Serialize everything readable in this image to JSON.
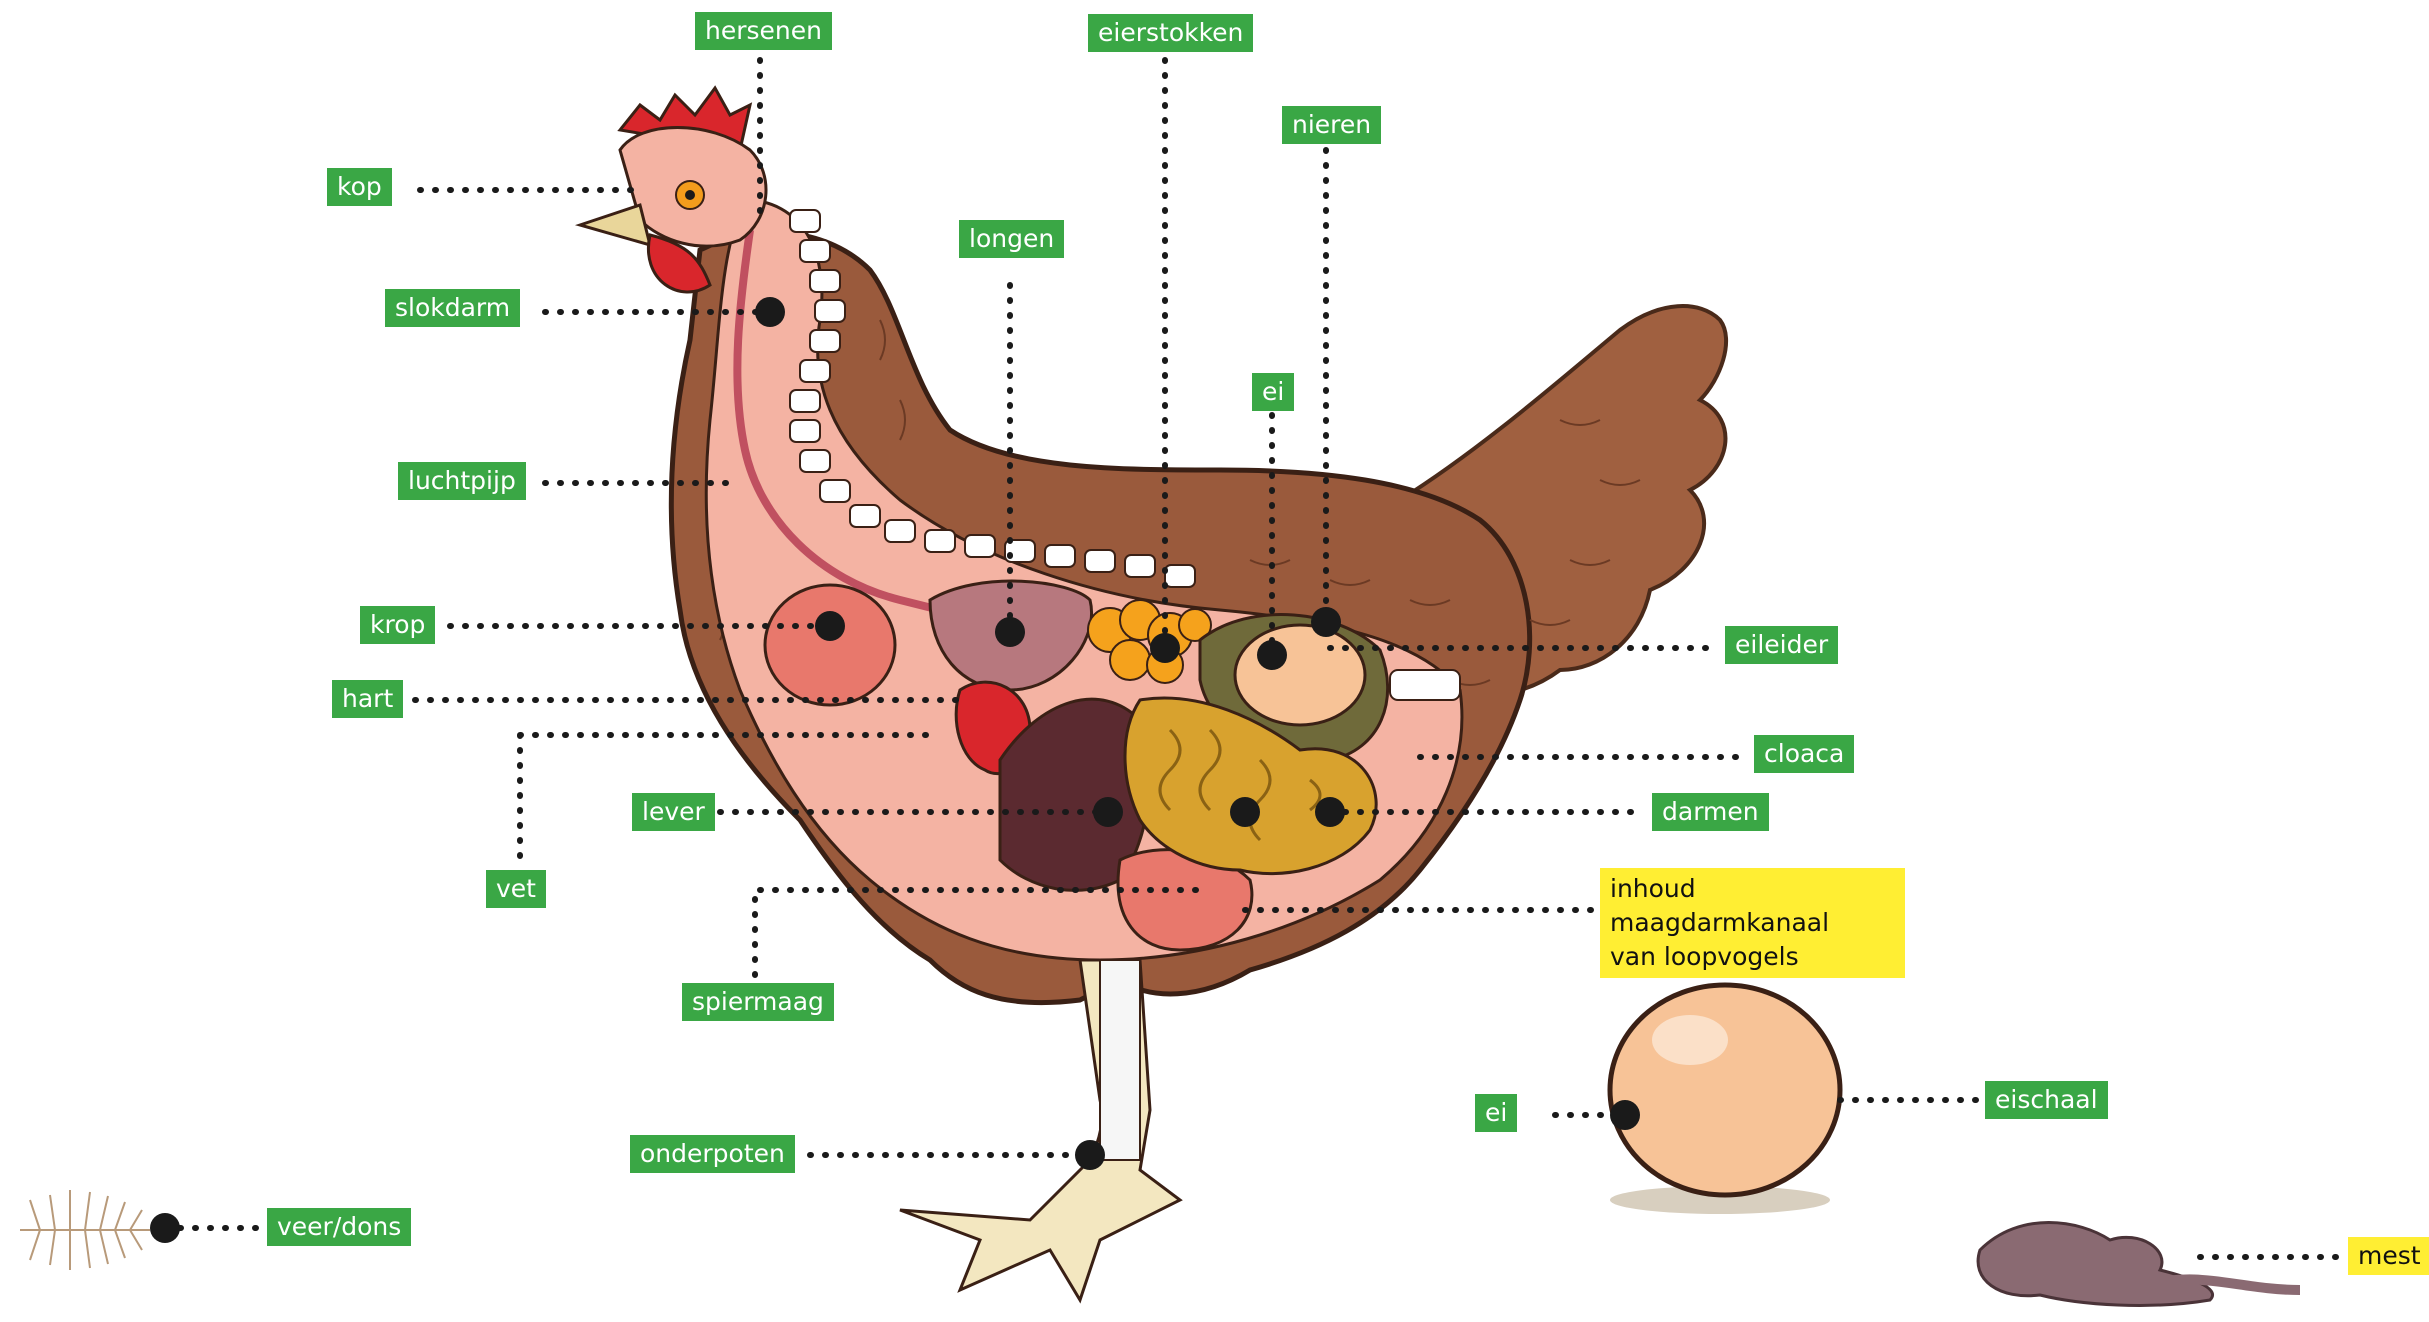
{
  "labels": {
    "hersenen": "hersenen",
    "eierstokken": "eierstokken",
    "nieren": "nieren",
    "kop": "kop",
    "longen": "longen",
    "slokdarm": "slokdarm",
    "ei_inside": "ei",
    "luchtpijp": "luchtpijp",
    "krop": "krop",
    "eileider": "eileider",
    "hart": "hart",
    "cloaca": "cloaca",
    "lever": "lever",
    "darmen": "darmen",
    "vet": "vet",
    "inhoud_line1": "inhoud maagdarmkanaal",
    "inhoud_line2": "van loopvogels",
    "spiermaag": "spiermaag",
    "eischaal": "eischaal",
    "ei_outside": "ei",
    "onderpoten": "onderpoten",
    "veer": "veer/dons",
    "mest": "mest"
  },
  "colors": {
    "label_green": "#3aa745",
    "label_yellow": "#ffee33",
    "marker": "#1a1a1a",
    "plumage": "#9a5a3c",
    "skin": "#f4b3a3",
    "egg": "#f7c397"
  }
}
